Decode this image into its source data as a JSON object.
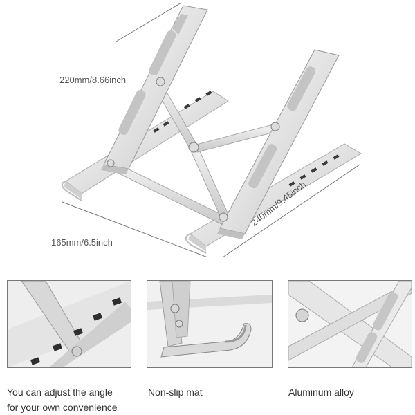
{
  "dimensions": {
    "height": "220mm/8.66inch",
    "width": "165mm/6.5inch",
    "depth": "240mm/9.45inch"
  },
  "details": [
    {
      "caption_line1": "You can adjust the angle",
      "caption_line2": "for your own convenience"
    },
    {
      "caption_line1": "Non-slip mat"
    },
    {
      "caption_line1": "Aluminum alloy"
    }
  ],
  "colors": {
    "aluminum_light": "#f2f2f2",
    "aluminum_mid": "#d9d9d9",
    "aluminum_dark": "#a8a8a8",
    "pad_gray": "#c4c4c4",
    "slot_dark": "#3a3a3a"
  }
}
